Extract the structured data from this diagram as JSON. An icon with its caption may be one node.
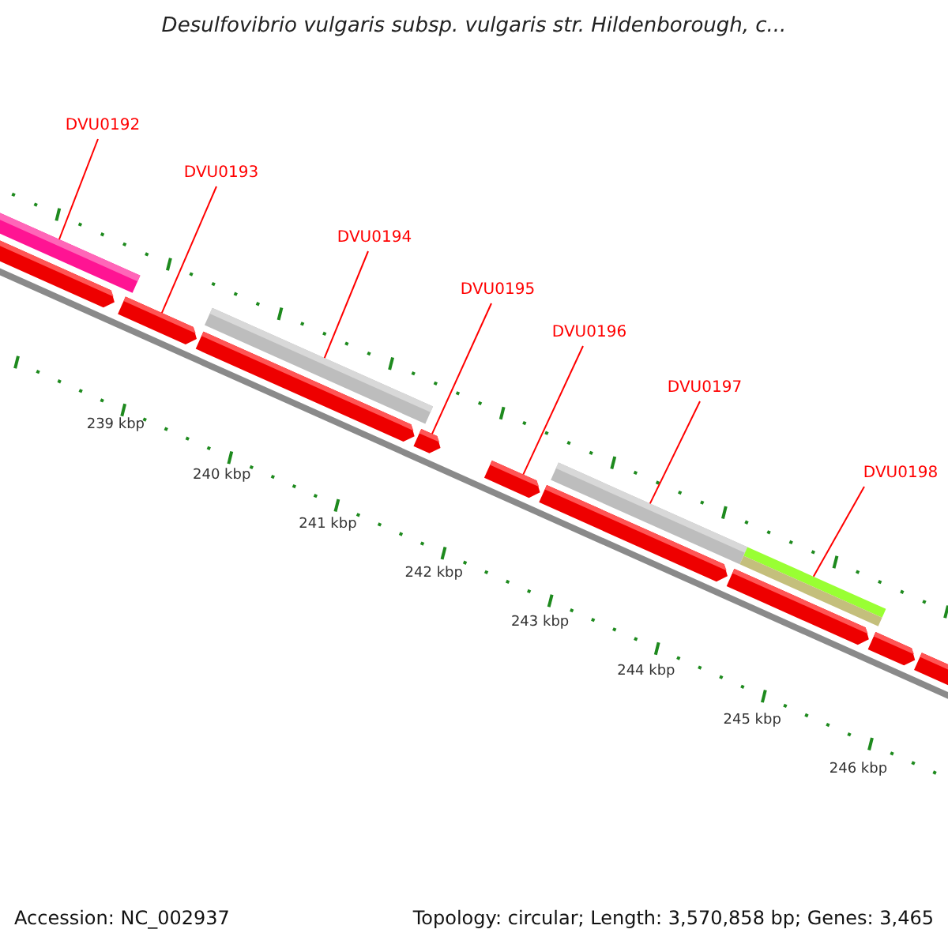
{
  "diagram": {
    "title": "Desulfovibrio vulgaris subsp. vulgaris str. Hildenborough, c...",
    "nodes": [
      {
        "text": [
          "DVU0192"
        ]
      },
      {
        "text": [
          "DVU0193"
        ]
      },
      {
        "text": [
          "DVU0194"
        ]
      },
      {
        "text": [
          "DVU0195"
        ]
      },
      {
        "text": [
          "DVU0196"
        ]
      },
      {
        "text": [
          "DVU0197"
        ]
      },
      {
        "text": [
          "DVU0198"
        ]
      },
      {
        "text": [],
        "shape": "bar"
      },
      {
        "text": [],
        "shape": "bar"
      },
      {
        "text": [],
        "shape": "bar"
      },
      {
        "text": [],
        "shape": "bar"
      },
      {
        "text": [],
        "shape": "bar"
      },
      {
        "text": [],
        "shape": "bar"
      },
      {
        "text": [],
        "shape": "bar"
      }
    ],
    "edges": [
      {
        "from": 0,
        "to": 7,
        "arrow": "none"
      },
      {
        "from": 1,
        "to": 8,
        "arrow": "none"
      },
      {
        "from": 2,
        "to": 9,
        "arrow": "none"
      },
      {
        "from": 3,
        "to": 10,
        "arrow": "none"
      },
      {
        "from": 4,
        "to": 11,
        "arrow": "none"
      },
      {
        "from": 5,
        "to": 12,
        "arrow": "none"
      },
      {
        "from": 6,
        "to": 13,
        "arrow": "none"
      }
    ],
    "labels": [
      "239 kbp",
      "240 kbp",
      "241 kbp",
      "242 kbp",
      "243 kbp",
      "244 kbp",
      "245 kbp",
      "246 kbp",
      "Accession: NC_002937",
      "Topology: circular; Length: 3,570,858 bp; Genes: 3,465"
    ]
  }
}
